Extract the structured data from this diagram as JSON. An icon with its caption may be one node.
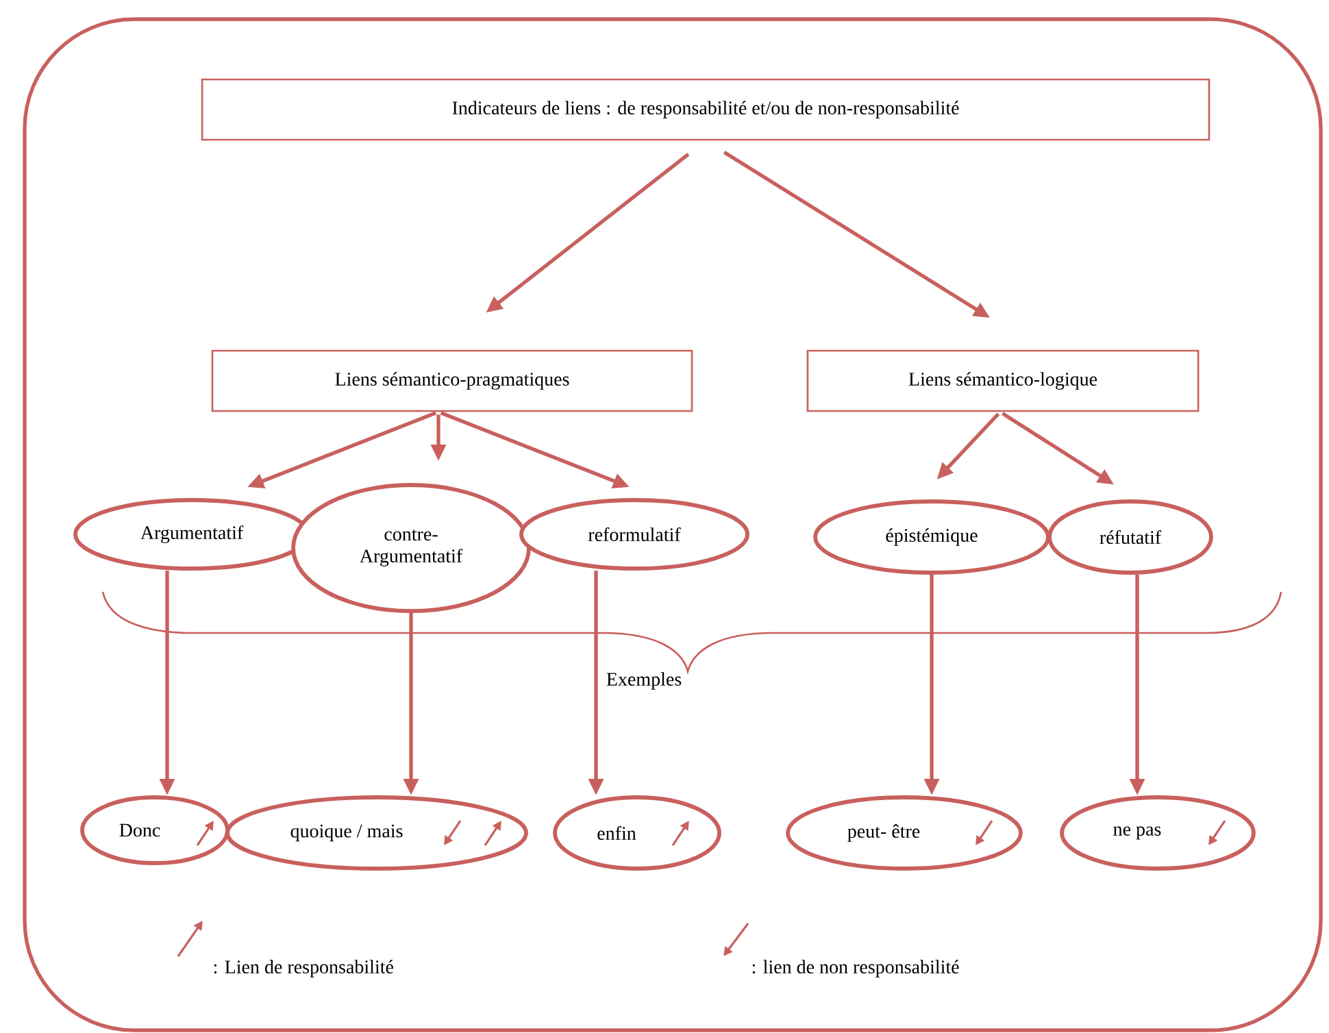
{
  "diagram": {
    "nodes": [
      {
        "text": [
          "Indicateurs de liens : de responsabilité et/ou de non-responsabilité"
        ]
      },
      {
        "text": [
          "Liens sémantico-pragmatiques"
        ]
      },
      {
        "text": [
          "Liens sémantico-logique"
        ]
      },
      {
        "text": [
          "Argumentatif"
        ]
      },
      {
        "text": [
          "contre- Argumentatif"
        ]
      },
      {
        "text": [
          "reformulatif"
        ]
      },
      {
        "text": [
          "épistémique"
        ]
      },
      {
        "text": [
          "réfutatif"
        ]
      },
      {
        "text": [
          "Donc"
        ]
      },
      {
        "text": [
          "quoique / mais"
        ]
      },
      {
        "text": [
          "enfin"
        ]
      },
      {
        "text": [
          "peut- être"
        ]
      },
      {
        "text": [
          "ne pas"
        ]
      }
    ],
    "edges": [
      {
        "from": 0,
        "to": 1,
        "arrow": "to"
      },
      {
        "from": 0,
        "to": 2,
        "arrow": "to"
      },
      {
        "from": 1,
        "to": 3,
        "arrow": "to"
      },
      {
        "from": 1,
        "to": 4,
        "arrow": "to"
      },
      {
        "from": 1,
        "to": 5,
        "arrow": "to"
      },
      {
        "from": 2,
        "to": 6,
        "arrow": "to"
      },
      {
        "from": 2,
        "to": 7,
        "arrow": "to"
      },
      {
        "from": 3,
        "to": 8,
        "arrow": "to"
      },
      {
        "from": 4,
        "to": 9,
        "arrow": "to"
      },
      {
        "from": 5,
        "to": 10,
        "arrow": "to"
      },
      {
        "from": 6,
        "to": 11,
        "arrow": "to"
      },
      {
        "from": 7,
        "to": 12,
        "arrow": "to"
      }
    ],
    "labels": [
      "Exemples"
    ],
    "legend": [
      {
        "text": ": Lien de responsabilité"
      },
      {
        "text": ": lien de non responsabilité"
      }
    ]
  }
}
